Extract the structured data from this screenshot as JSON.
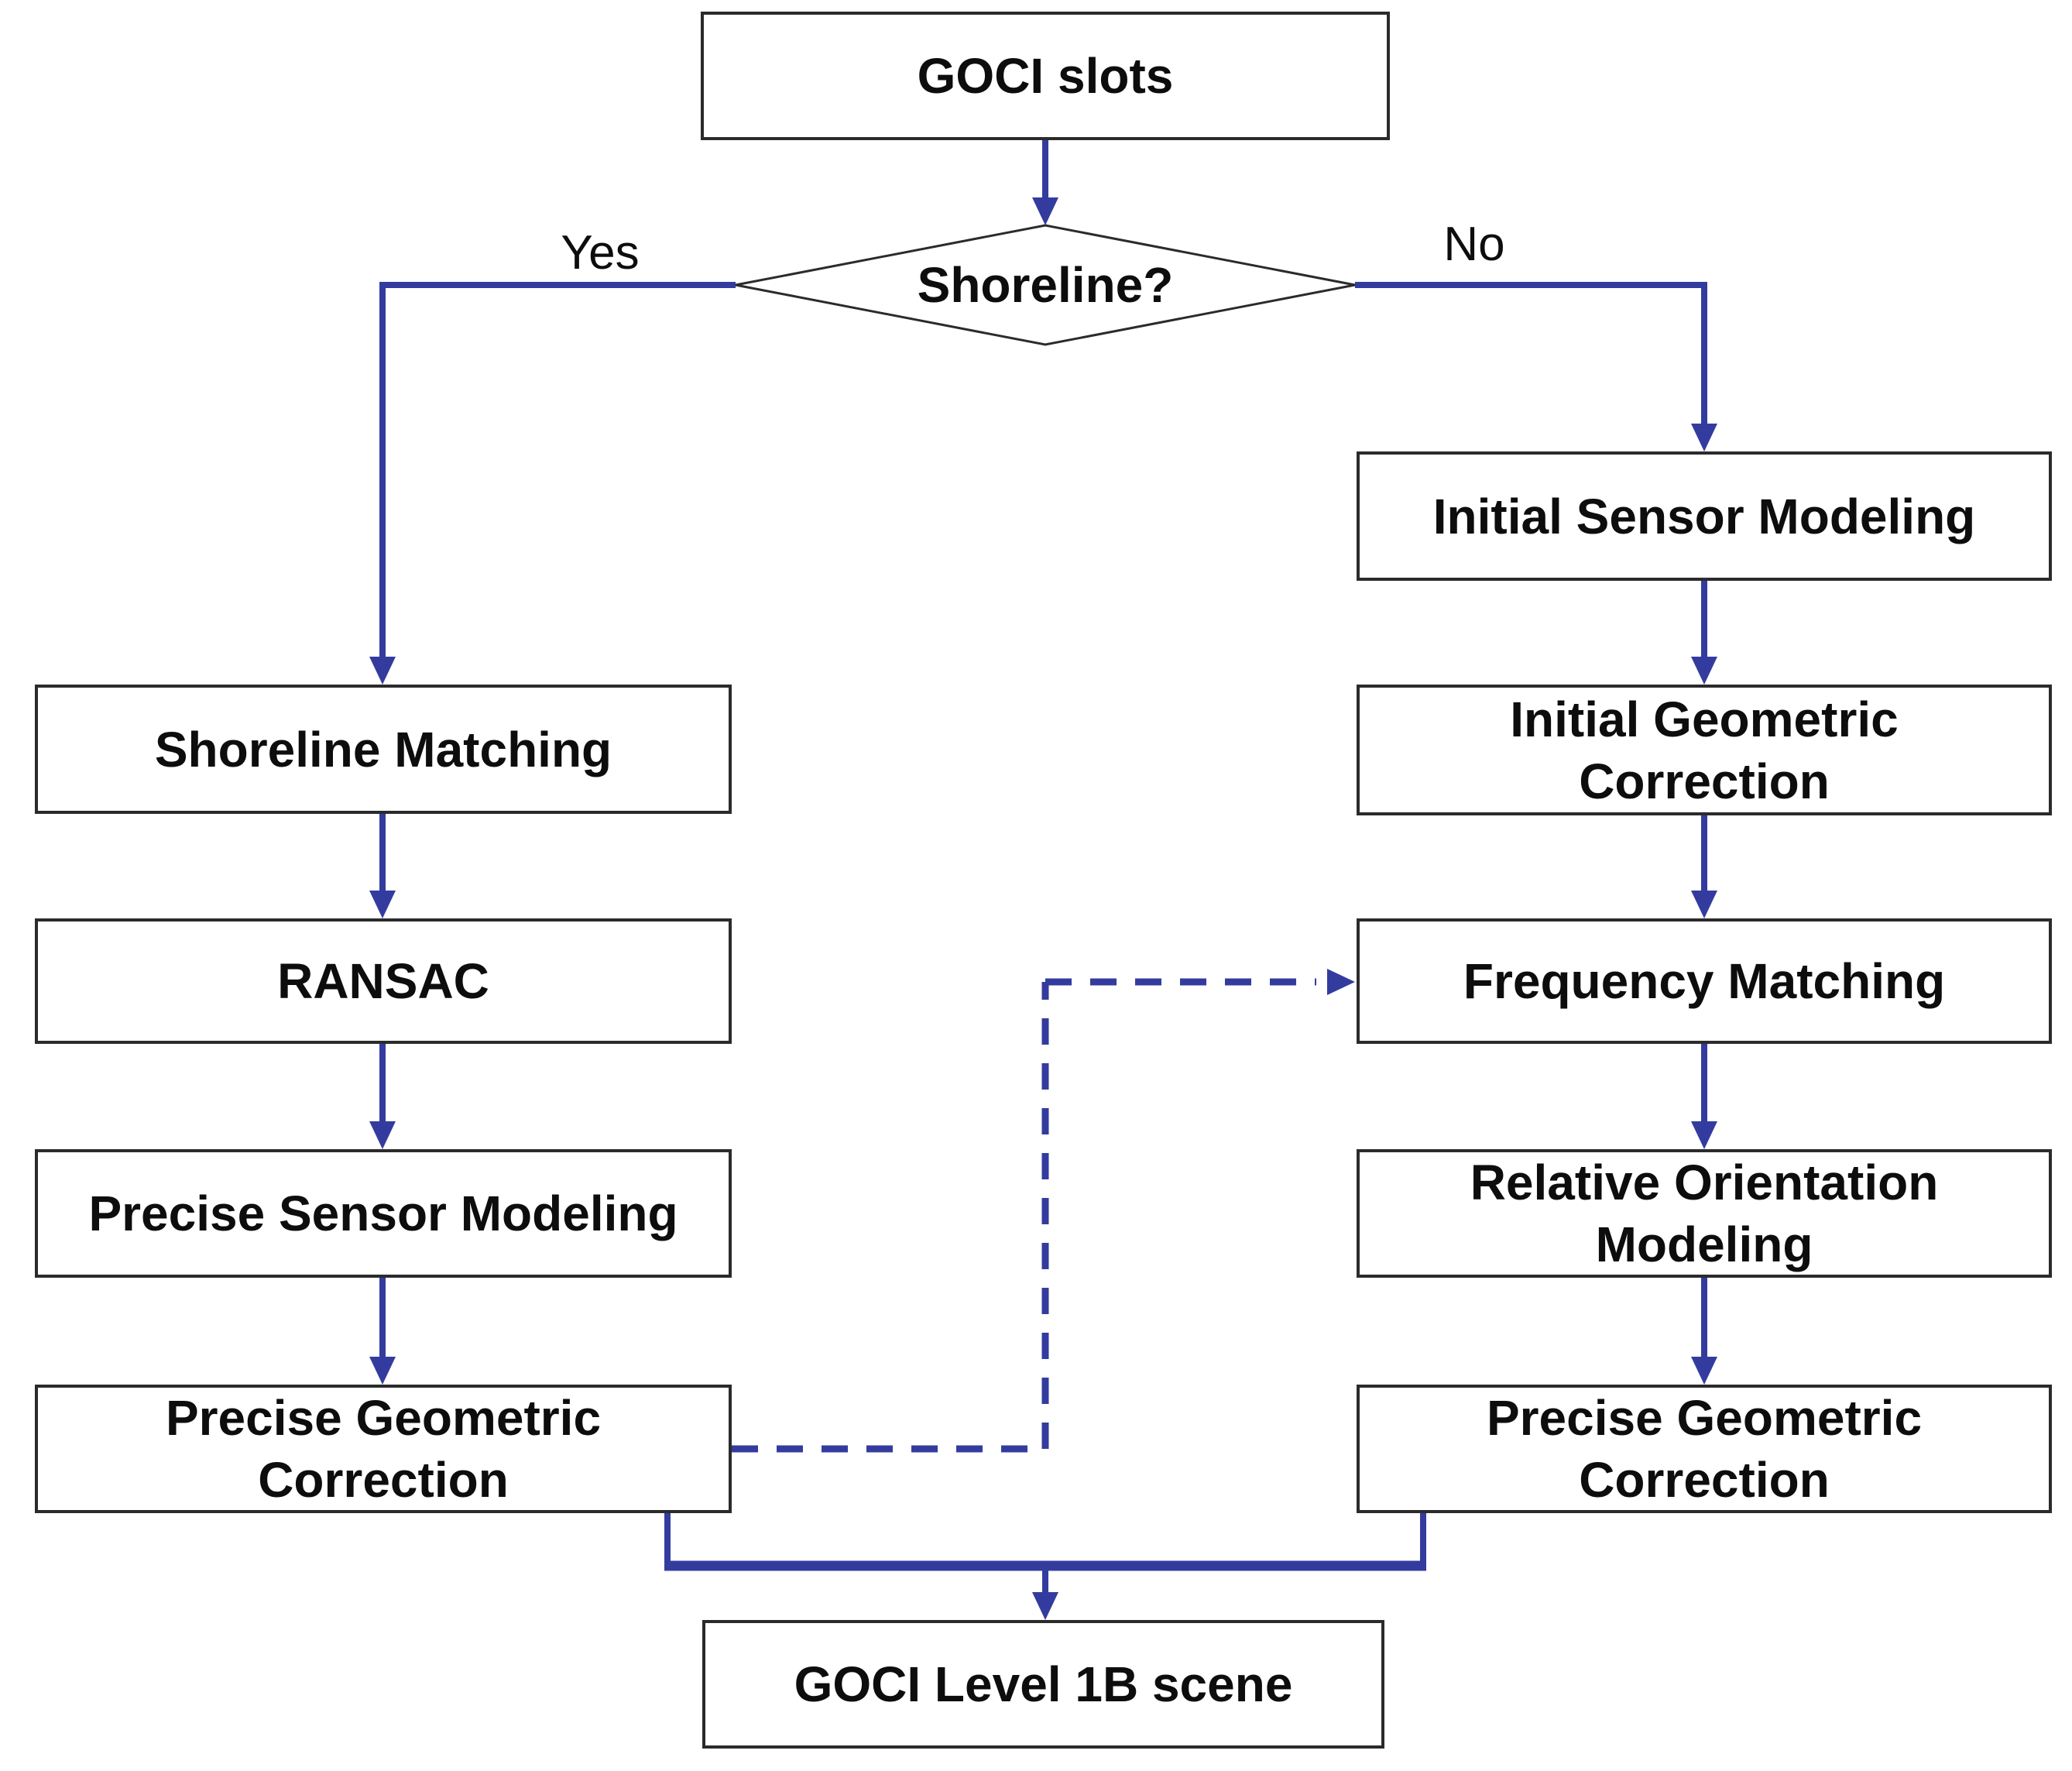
{
  "figure": {
    "type": "flowchart",
    "background_color": "#ffffff",
    "arrow_color": "#333c9e",
    "box_border_color": "#2b2b2b",
    "text_color": "#0d0d0d"
  },
  "nodes": {
    "goci_slots": {
      "label": "GOCI slots",
      "shape": "rectangle"
    },
    "shoreline_decision": {
      "label": "Shoreline?",
      "shape": "diamond"
    },
    "shoreline_matching": {
      "label": "Shoreline Matching",
      "shape": "rectangle"
    },
    "ransac": {
      "label": "RANSAC",
      "shape": "rectangle"
    },
    "precise_sensor_modeling": {
      "label": "Precise Sensor Modeling",
      "shape": "rectangle"
    },
    "precise_geometric_correction_left": {
      "label": "Precise Geometric\nCorrection",
      "shape": "rectangle"
    },
    "initial_sensor_modeling": {
      "label": "Initial Sensor Modeling",
      "shape": "rectangle"
    },
    "initial_geometric_correction": {
      "label": "Initial Geometric\nCorrection",
      "shape": "rectangle"
    },
    "frequency_matching": {
      "label": "Frequency Matching",
      "shape": "rectangle"
    },
    "relative_orientation_modeling": {
      "label": "Relative Orientation\nModeling",
      "shape": "rectangle"
    },
    "precise_geometric_correction_right": {
      "label": "Precise Geometric\nCorrection",
      "shape": "rectangle"
    },
    "goci_level_1b_scene": {
      "label": "GOCI Level 1B scene",
      "shape": "rectangle"
    }
  },
  "edge_labels": {
    "yes": "Yes",
    "no": "No"
  },
  "edges": [
    {
      "from": "goci_slots",
      "to": "shoreline_decision",
      "style": "solid"
    },
    {
      "from": "shoreline_decision",
      "to": "shoreline_matching",
      "label": "Yes",
      "style": "solid"
    },
    {
      "from": "shoreline_decision",
      "to": "initial_sensor_modeling",
      "label": "No",
      "style": "solid"
    },
    {
      "from": "shoreline_matching",
      "to": "ransac",
      "style": "solid"
    },
    {
      "from": "ransac",
      "to": "precise_sensor_modeling",
      "style": "solid"
    },
    {
      "from": "precise_sensor_modeling",
      "to": "precise_geometric_correction_left",
      "style": "solid"
    },
    {
      "from": "initial_sensor_modeling",
      "to": "initial_geometric_correction",
      "style": "solid"
    },
    {
      "from": "initial_geometric_correction",
      "to": "frequency_matching",
      "style": "solid"
    },
    {
      "from": "frequency_matching",
      "to": "relative_orientation_modeling",
      "style": "solid"
    },
    {
      "from": "relative_orientation_modeling",
      "to": "precise_geometric_correction_right",
      "style": "solid"
    },
    {
      "from": "precise_geometric_correction_left",
      "to": "frequency_matching",
      "style": "dashed"
    },
    {
      "from": "precise_geometric_correction_left",
      "to": "goci_level_1b_scene",
      "style": "solid"
    },
    {
      "from": "precise_geometric_correction_right",
      "to": "goci_level_1b_scene",
      "style": "solid"
    }
  ]
}
